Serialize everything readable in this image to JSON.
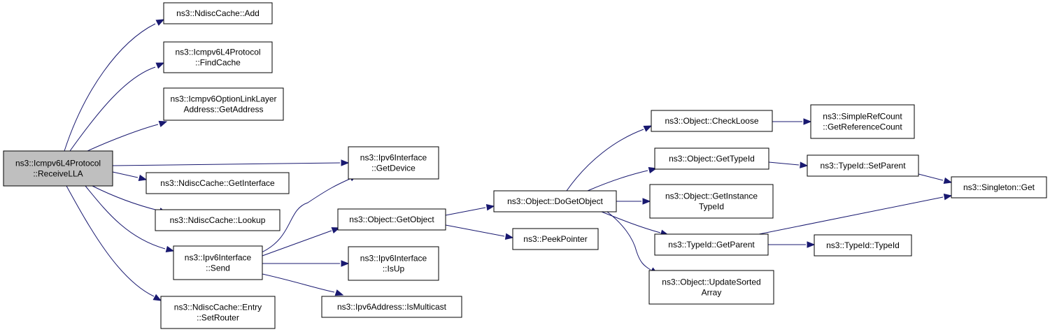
{
  "graph": {
    "colors": {
      "edge": "#191970",
      "root_fill": "#bfbfbf",
      "node_fill": "#ffffff",
      "border": "#000000"
    },
    "nodes": [
      {
        "id": "receivella",
        "lines": [
          "ns3::Icmpv6L4Protocol",
          "::ReceiveLLA"
        ],
        "highlighted": true
      },
      {
        "id": "ndisccache-add",
        "lines": [
          "ns3::NdiscCache::Add"
        ]
      },
      {
        "id": "findcache",
        "lines": [
          "ns3::Icmpv6L4Protocol",
          "::FindCache"
        ]
      },
      {
        "id": "getaddress",
        "lines": [
          "ns3::Icmpv6OptionLinkLayer",
          "Address::GetAddress"
        ]
      },
      {
        "id": "getinterface",
        "lines": [
          "ns3::NdiscCache::GetInterface"
        ]
      },
      {
        "id": "lookup",
        "lines": [
          "ns3::NdiscCache::Lookup"
        ]
      },
      {
        "id": "ipv6if-send",
        "lines": [
          "ns3::Ipv6Interface",
          "::Send"
        ]
      },
      {
        "id": "setrouter",
        "lines": [
          "ns3::NdiscCache::Entry",
          "::SetRouter"
        ]
      },
      {
        "id": "getdevice",
        "lines": [
          "ns3::Ipv6Interface",
          "::GetDevice"
        ]
      },
      {
        "id": "getobject",
        "lines": [
          "ns3::Object::GetObject"
        ]
      },
      {
        "id": "isup",
        "lines": [
          "ns3::Ipv6Interface",
          "::IsUp"
        ]
      },
      {
        "id": "ismulticast",
        "lines": [
          "ns3::Ipv6Address::IsMulticast"
        ]
      },
      {
        "id": "dogetobject",
        "lines": [
          "ns3::Object::DoGetObject"
        ]
      },
      {
        "id": "peekpointer",
        "lines": [
          "ns3::PeekPointer"
        ]
      },
      {
        "id": "checkloose",
        "lines": [
          "ns3::Object::CheckLoose"
        ]
      },
      {
        "id": "gettypeid",
        "lines": [
          "ns3::Object::GetTypeId"
        ]
      },
      {
        "id": "getinstancetypeid",
        "lines": [
          "ns3::Object::GetInstance",
          "TypeId"
        ]
      },
      {
        "id": "getparent",
        "lines": [
          "ns3::TypeId::GetParent"
        ]
      },
      {
        "id": "updatesortedarray",
        "lines": [
          "ns3::Object::UpdateSorted",
          "Array"
        ]
      },
      {
        "id": "getreferencecount",
        "lines": [
          "ns3::SimpleRefCount",
          "::GetReferenceCount"
        ]
      },
      {
        "id": "setparent",
        "lines": [
          "ns3::TypeId::SetParent"
        ]
      },
      {
        "id": "typeid",
        "lines": [
          "ns3::TypeId::TypeId"
        ]
      },
      {
        "id": "singleton-get",
        "lines": [
          "ns3::Singleton::Get"
        ]
      }
    ],
    "edges": [
      [
        "receivella",
        "ndisccache-add"
      ],
      [
        "receivella",
        "findcache"
      ],
      [
        "receivella",
        "getaddress"
      ],
      [
        "receivella",
        "getdevice"
      ],
      [
        "receivella",
        "getinterface"
      ],
      [
        "receivella",
        "lookup"
      ],
      [
        "receivella",
        "ipv6if-send"
      ],
      [
        "receivella",
        "setrouter"
      ],
      [
        "ipv6if-send",
        "getdevice"
      ],
      [
        "ipv6if-send",
        "getobject"
      ],
      [
        "ipv6if-send",
        "isup"
      ],
      [
        "ipv6if-send",
        "ismulticast"
      ],
      [
        "getobject",
        "dogetobject"
      ],
      [
        "getobject",
        "peekpointer"
      ],
      [
        "dogetobject",
        "checkloose"
      ],
      [
        "dogetobject",
        "gettypeid"
      ],
      [
        "dogetobject",
        "getinstancetypeid"
      ],
      [
        "dogetobject",
        "getparent"
      ],
      [
        "dogetobject",
        "updatesortedarray"
      ],
      [
        "checkloose",
        "getreferencecount"
      ],
      [
        "gettypeid",
        "setparent"
      ],
      [
        "setparent",
        "singleton-get"
      ],
      [
        "getparent",
        "singleton-get"
      ],
      [
        "getparent",
        "typeid"
      ]
    ]
  }
}
